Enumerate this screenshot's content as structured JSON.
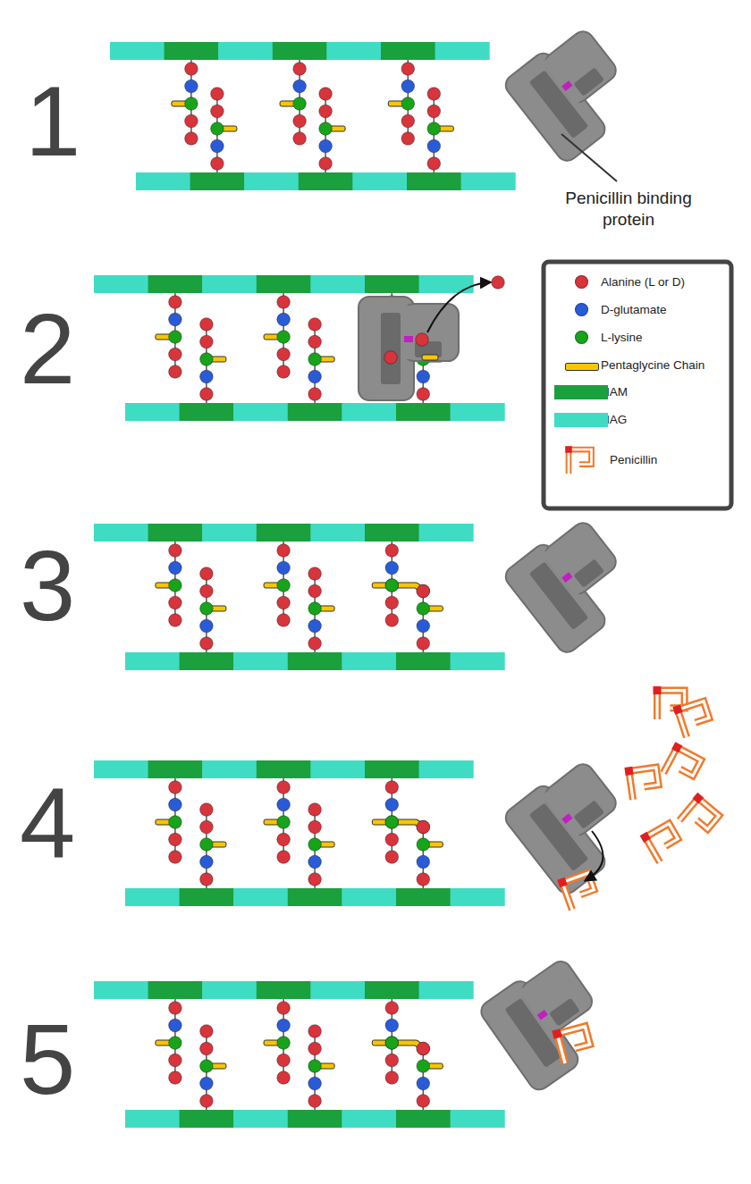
{
  "diagram": {
    "labels": [
      "1",
      "Penicillin binding protein",
      "2",
      "3",
      "4",
      "5"
    ],
    "legend": [
      {
        "text": "Alanine (L or D)",
        "color": "#d8343c"
      },
      {
        "text": "D-glutamate",
        "color": "#2a5bd7"
      },
      {
        "text": "L-lysine",
        "color": "#17a31a"
      },
      {
        "text": "Pentaglycine Chain",
        "color": "#f7c600"
      },
      {
        "text": "NAM",
        "color": "#1aa03c"
      },
      {
        "text": "NAG",
        "color": "#3fdcc4"
      },
      {
        "text": "Penicillin"
      }
    ]
  }
}
